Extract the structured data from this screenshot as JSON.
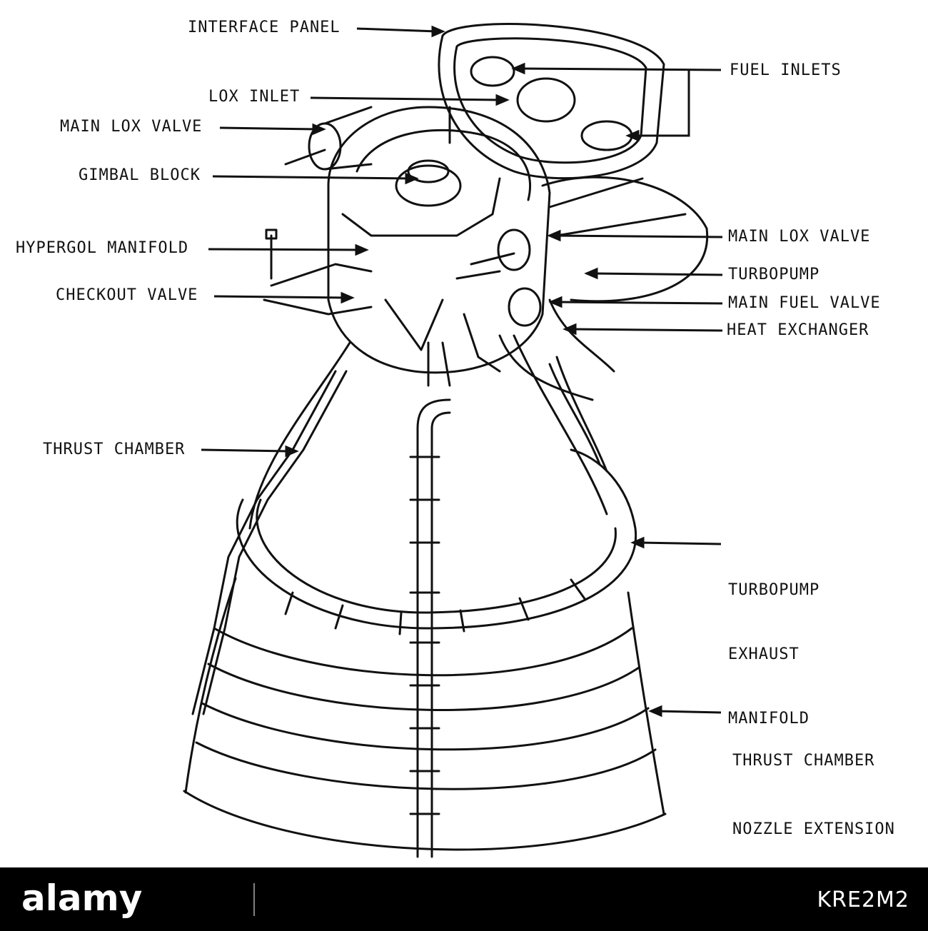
{
  "labels": {
    "interface_panel": "INTERFACE PANEL",
    "lox_inlet": "LOX INLET",
    "main_lox_valve_left": "MAIN LOX VALVE",
    "gimbal_block": "GIMBAL BLOCK",
    "hypergol_manifold": "HYPERGOL MANIFOLD",
    "checkout_valve": "CHECKOUT VALVE",
    "thrust_chamber": "THRUST CHAMBER",
    "fuel_inlets": "FUEL INLETS",
    "main_lox_valve_right": "MAIN LOX VALVE",
    "turbopump": "TURBOPUMP",
    "main_fuel_valve": "MAIN FUEL VALVE",
    "heat_exchanger": "HEAT EXCHANGER",
    "turbopump_exhaust_manifold": [
      "TURBOPUMP",
      "EXHAUST",
      "MANIFOLD"
    ],
    "nozzle_extension": [
      "THRUST CHAMBER",
      "NOZZLE EXTENSION"
    ]
  },
  "footer": {
    "brand": "alamy",
    "credit": "KRE2M2"
  },
  "colors": {
    "ink": "#111111",
    "background": "#ffffff",
    "footer": "#000000"
  }
}
